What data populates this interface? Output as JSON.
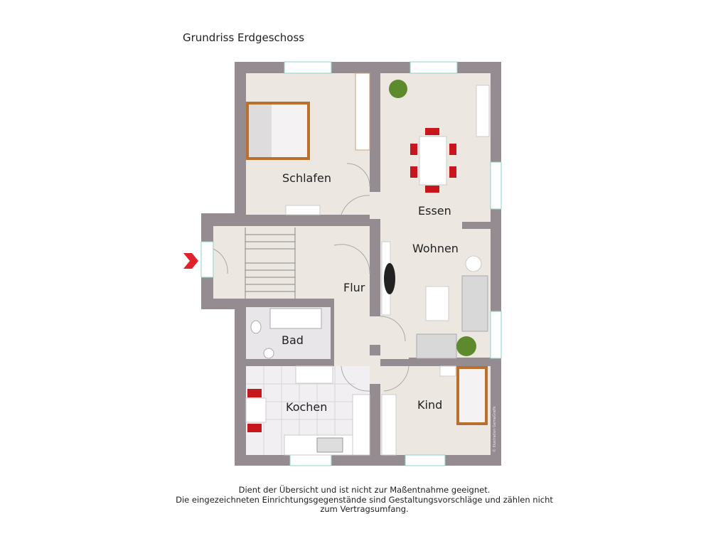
{
  "title": "Grundriss Erdgeschoss",
  "rooms": {
    "schlafen": "Schlafen",
    "essen": "Essen",
    "wohnen": "Wohnen",
    "flur": "Flur",
    "bad": "Bad",
    "kochen": "Kochen",
    "kind": "Kind"
  },
  "watermark": "© Illustration GemaGrafik",
  "disclaimer": {
    "line1": "Dient der Übersicht und ist nicht zur Maßentnahme geeignet.",
    "line2": "Die eingezeichneten Einrichtungsgegenstände sind Gestaltungsvorschläge und zählen nicht zum Vertragsumfang."
  },
  "colors": {
    "wall": "#948c91",
    "floor": "#ece7e0",
    "entrance_arrow": "#e0202a",
    "window": "#8fd3c8",
    "chair": "#c8161d",
    "wood": "#b8702c"
  }
}
